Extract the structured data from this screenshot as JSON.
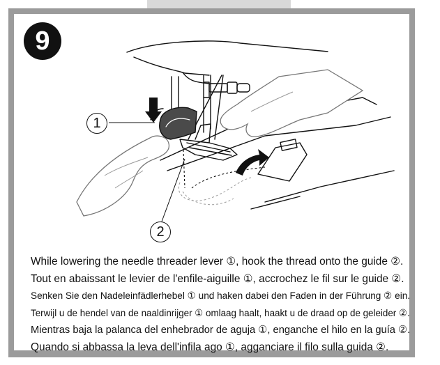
{
  "step": {
    "number": "9"
  },
  "callouts": {
    "one": "1",
    "two": "2"
  },
  "captions": [
    "While lowering the needle threader lever ①, hook the thread onto the guide ②.",
    "Tout en abaissant le levier de l'enfile-aiguille ①, accrochez le fil sur le guide ②.",
    "Senken Sie den Nadeleinfädlerhebel ① und haken dabei den Faden in der Führung ② ein.",
    "Terwijl u de hendel van de naaldinrijger ① omlaag haalt, haakt u de draad op de geleider ②.",
    "Mientras baja la palanca del enhebrador de aguja ①, enganche el hilo en la guía ②.",
    "Quando si abbassa la leva dell'infila ago ①, agganciare il filo sulla guida ②."
  ],
  "colors": {
    "frame": "#9b9b9b",
    "badge": "#111111",
    "tab": "#d9d9d9"
  }
}
